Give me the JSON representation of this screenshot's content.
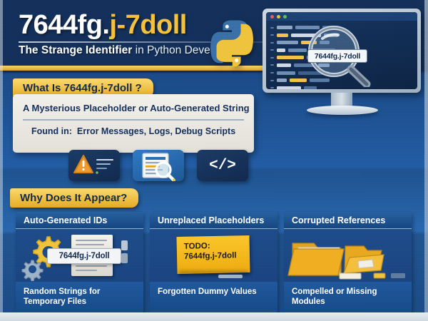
{
  "header": {
    "title_white_1": "7644fg.",
    "title_yellow_1": "j-7",
    "title_white_2": "",
    "title_yellow_2": "doll",
    "title_full": "7644fg.j-7doll",
    "subtitle_bold": "The Strange Identifier",
    "subtitle_rest": " in Python Development",
    "python_logo": "python-logo"
  },
  "monitor": {
    "magnifier_label": "7644fg.j-7doll",
    "traffic_lights": [
      "#f05b53",
      "#f0bf3f",
      "#5cc15c"
    ],
    "code_lines": [
      [
        {
          "w": 22,
          "c": "#8fa6c4"
        },
        {
          "w": 34,
          "c": "#6d8cb4"
        },
        {
          "w": 18,
          "c": "#4e6f9b"
        }
      ],
      [
        {
          "w": 16,
          "c": "#f0c24a"
        },
        {
          "w": 42,
          "c": "#cfd8e4"
        },
        {
          "w": 20,
          "c": "#6d8cb4"
        }
      ],
      [
        {
          "w": 30,
          "c": "#7f9cc0"
        },
        {
          "w": 22,
          "c": "#f0c24a"
        },
        {
          "w": 14,
          "c": "#5b7ba6"
        }
      ],
      [
        {
          "w": 12,
          "c": "#cfd8e4"
        },
        {
          "w": 26,
          "c": "#6d8cb4"
        },
        {
          "w": 36,
          "c": "#4e6f9b"
        }
      ],
      [
        {
          "w": 38,
          "c": "#f0c24a"
        },
        {
          "w": 16,
          "c": "#8fa6c4"
        }
      ],
      [
        {
          "w": 20,
          "c": "#cfd8e4"
        },
        {
          "w": 30,
          "c": "#5b7ba6"
        },
        {
          "w": 16,
          "c": "#7f9cc0"
        }
      ],
      [
        {
          "w": 26,
          "c": "#6d8cb4"
        },
        {
          "w": 44,
          "c": "#3f5f88"
        }
      ],
      [
        {
          "w": 14,
          "c": "#8fa6c4"
        },
        {
          "w": 24,
          "c": "#f0c24a"
        },
        {
          "w": 28,
          "c": "#5b7ba6"
        }
      ],
      [
        {
          "w": 34,
          "c": "#cfd8e4"
        },
        {
          "w": 18,
          "c": "#4e6f9b"
        }
      ],
      [
        {
          "w": 20,
          "c": "#7f9cc0"
        },
        {
          "w": 30,
          "c": "#6d8cb4"
        },
        {
          "w": 12,
          "c": "#f0c24a"
        }
      ]
    ]
  },
  "section1": {
    "tab_label": "What Is 7644fg.j-7doll ?",
    "line1": "A Mysterious Placeholder or Auto-Generated String",
    "found_in_label": "Found in:",
    "found_in_values": "Error Messages, Logs, Debug Scripts",
    "icons": [
      {
        "name": "warning-triangle-icon"
      },
      {
        "name": "document-search-icon"
      },
      {
        "name": "code-brackets-icon",
        "glyph": "</>"
      }
    ]
  },
  "section2": {
    "tab_label": "Why Does It Appear?",
    "columns": [
      {
        "heading": "Auto-Generated IDs",
        "art": "gears-document-label",
        "art_label": "7644fg.j-7doll",
        "caption": "Random Strings for Temporary Files"
      },
      {
        "heading": "Unreplaced Placeholders",
        "art": "sticky-note",
        "note_line1": "TODO:",
        "note_line2": "7644fg.j-7doll",
        "caption": "Forgotten Dummy Values"
      },
      {
        "heading": "Corrupted References",
        "art": "broken-folders",
        "caption": "Compelled or Missing Modules"
      }
    ]
  },
  "colors": {
    "navy": "#14305a",
    "blue": "#235ca3",
    "gold": "#f0bb2a",
    "cream": "#f2f0ea",
    "white": "#ffffff"
  }
}
